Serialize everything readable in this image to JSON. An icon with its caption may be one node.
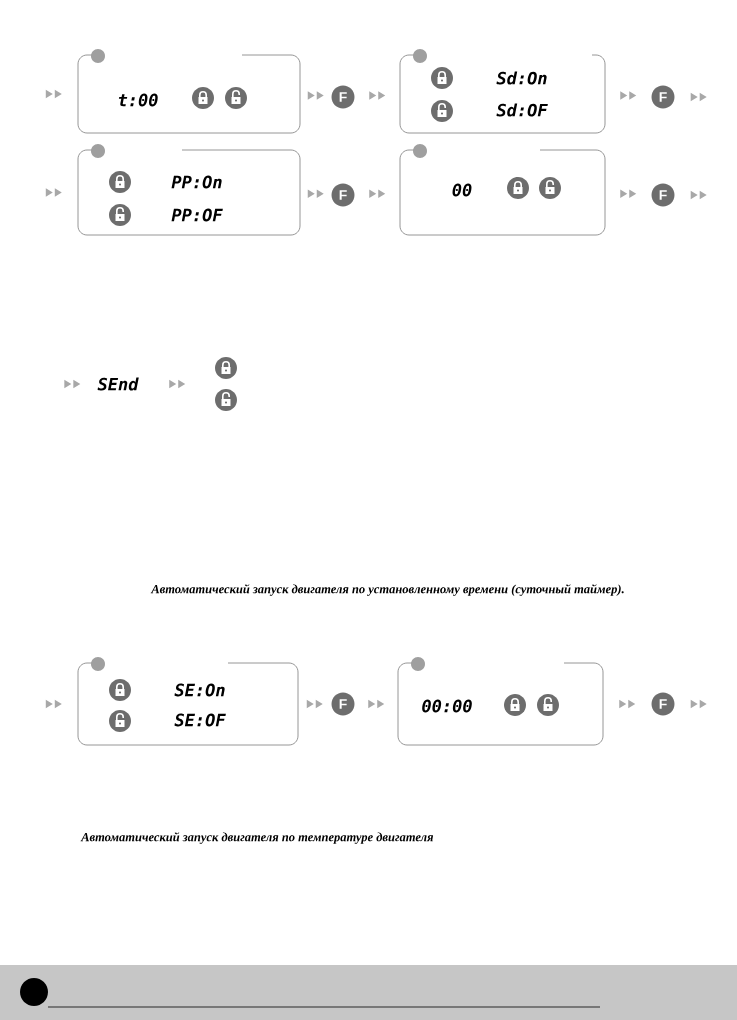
{
  "diagram": {
    "nodes": [
      {
        "text": [
          "t:00"
        ]
      },
      {
        "text": [
          "F"
        ]
      },
      {
        "text": [
          "Sd:On",
          "Sd:OF"
        ]
      },
      {
        "text": [
          "F"
        ]
      },
      {
        "text": [
          "PP:On",
          "PP:OF"
        ]
      },
      {
        "text": [
          "F"
        ]
      },
      {
        "text": [
          "00"
        ]
      },
      {
        "text": [
          "F"
        ]
      },
      {
        "text": [
          "SEnd"
        ]
      },
      {
        "text": [],
        "shape": "lock"
      },
      {
        "text": [
          "SE:On",
          "SE:OF"
        ]
      },
      {
        "text": [
          "F"
        ]
      },
      {
        "text": [
          "00:00"
        ]
      },
      {
        "text": [
          "F"
        ]
      }
    ],
    "edges": [
      {
        "from": null,
        "to": 0,
        "arrow": "to"
      },
      {
        "from": 0,
        "to": 1,
        "arrow": "to"
      },
      {
        "from": 1,
        "to": 2,
        "arrow": "to"
      },
      {
        "from": 2,
        "to": 3,
        "arrow": "to"
      },
      {
        "from": 3,
        "to": null,
        "arrow": "to"
      },
      {
        "from": null,
        "to": 4,
        "arrow": "to"
      },
      {
        "from": 4,
        "to": 5,
        "arrow": "to"
      },
      {
        "from": 5,
        "to": 6,
        "arrow": "to"
      },
      {
        "from": 6,
        "to": 7,
        "arrow": "to"
      },
      {
        "from": 7,
        "to": null,
        "arrow": "to"
      },
      {
        "from": null,
        "to": 8,
        "arrow": "to"
      },
      {
        "from": 8,
        "to": 9,
        "arrow": "to"
      },
      {
        "from": null,
        "to": 10,
        "arrow": "to"
      },
      {
        "from": 10,
        "to": 11,
        "arrow": "to"
      },
      {
        "from": 11,
        "to": 12,
        "arrow": "to"
      },
      {
        "from": 12,
        "to": 13,
        "arrow": "to"
      },
      {
        "from": 13,
        "to": null,
        "arrow": "to"
      }
    ],
    "labels": [
      "Автоматический запуск двигателя по установленному времени (суточный таймер).",
      "Автоматический запуск двигателя по температуре двигателя"
    ]
  }
}
